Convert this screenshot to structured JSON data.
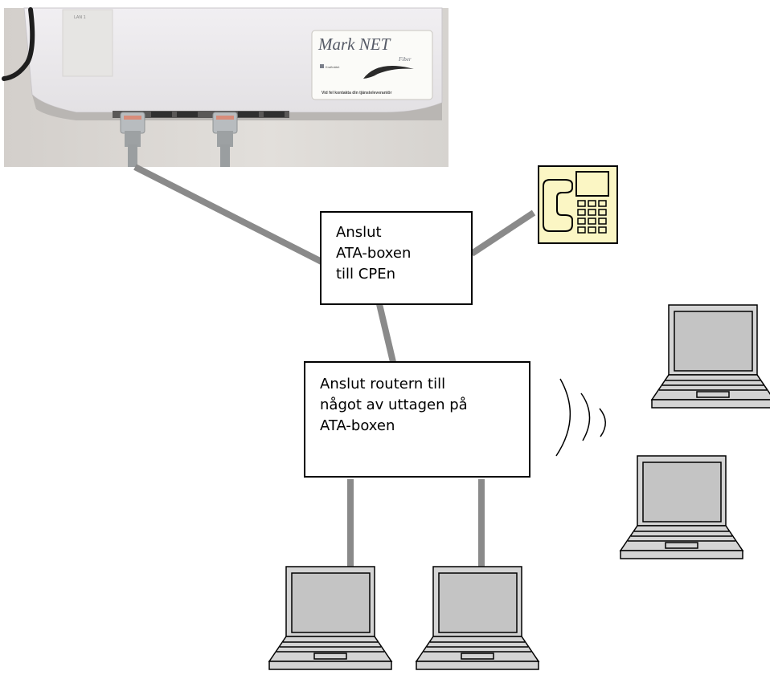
{
  "photo": {
    "brand": "Mark NET",
    "sub": "Fiber",
    "tagline": "Vid fel kontakta din tjänsteleverantör",
    "led_label": "LAN 1",
    "brand_small": "Kraftnätet"
  },
  "boxes": {
    "ata": {
      "lines": [
        "Anslut",
        "ATA-boxen",
        "till CPEn"
      ]
    },
    "router": {
      "lines": [
        "Anslut routern till",
        "något av uttagen på",
        "ATA-boxen"
      ]
    }
  },
  "colors": {
    "cable": "#8a8a8a",
    "phone_fill": "#fbf6c4",
    "laptop_frame": "#d4d4d4",
    "laptop_screen": "#c4c4c4"
  }
}
